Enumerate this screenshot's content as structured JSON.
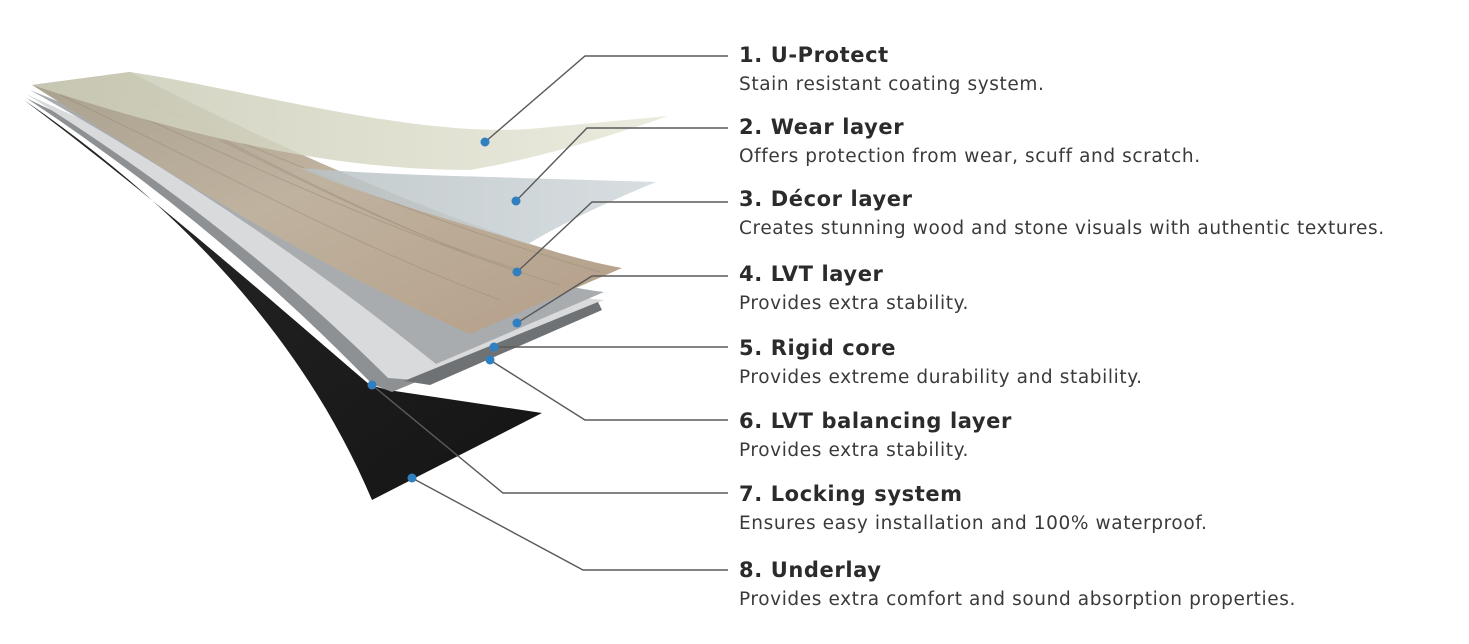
{
  "layers": [
    {
      "title": "1. U-Protect",
      "description": "Stain resistant coating system."
    },
    {
      "title": "2. Wear layer",
      "description": "Offers protection from wear, scuff and scratch."
    },
    {
      "title": "3. Décor layer",
      "description": "Creates stunning wood and stone visuals with authentic textures."
    },
    {
      "title": "4. LVT layer",
      "description": "Provides extra stability."
    },
    {
      "title": "5. Rigid core",
      "description": "Provides extreme durability and stability."
    },
    {
      "title": "6. LVT balancing layer",
      "description": "Provides extra stability."
    },
    {
      "title": "7. Locking system",
      "description": "Ensures easy installation and 100% waterproof."
    },
    {
      "title": "8. Underlay",
      "description": "Provides extra comfort and sound absorption properties."
    }
  ],
  "colors": {
    "marker": "#2f7fc1",
    "leader_line": "#5a5a5a",
    "underlay": "#1c1c1c",
    "core": "#c7c9cb",
    "lvt": "#a8abae",
    "decor_wood": "#b8ab98",
    "wear": "#c4ccd0",
    "u_protect": "#d6d6c4"
  }
}
